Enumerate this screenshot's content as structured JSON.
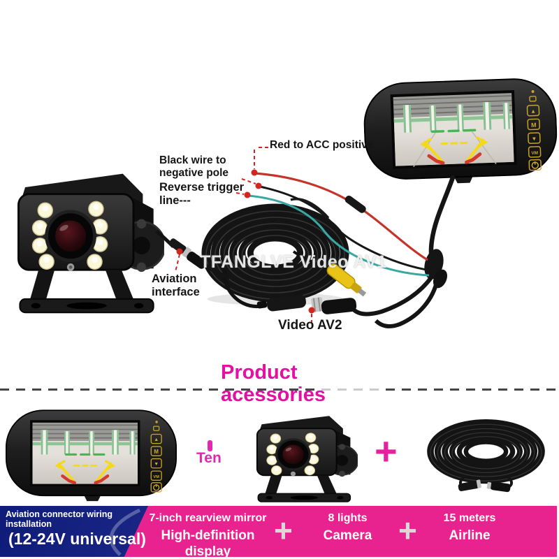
{
  "annotations": {
    "red_acc": "Red to ACC positive",
    "black_wire": "Black wire to\nnegative pole",
    "reverse_trigger": "Reverse trigger\nline---",
    "aviation_interface": "Aviation\ninterface",
    "video_av2": "Video AV2",
    "watermark": "TFANGLVE Video AV1",
    "ten_watermark": "Ten"
  },
  "heading": {
    "line1": "Product",
    "line2": "acessories"
  },
  "plus_sign": "+",
  "mirror_buttons": {
    "up": "▲",
    "menu": "M",
    "down": "▼",
    "vol": "VM"
  },
  "band": {
    "blue_title": "Aviation connector wiring\ninstallation",
    "blue_subtitle": "(12-24V universal)",
    "items": [
      {
        "line1": "7-inch rearview mirror",
        "line2": "High-definition display"
      },
      {
        "line1": "8 lights",
        "line2": "Camera"
      },
      {
        "line1": "15 meters",
        "line2": "Airline"
      }
    ]
  },
  "colors": {
    "band_pink": "#e8238f",
    "heading_magenta": "#e311a1",
    "band_blue": "#1a2a8f",
    "wire_red": "#c5342b",
    "wire_teal": "#38a8a2",
    "button_amber": "#caa32b"
  }
}
